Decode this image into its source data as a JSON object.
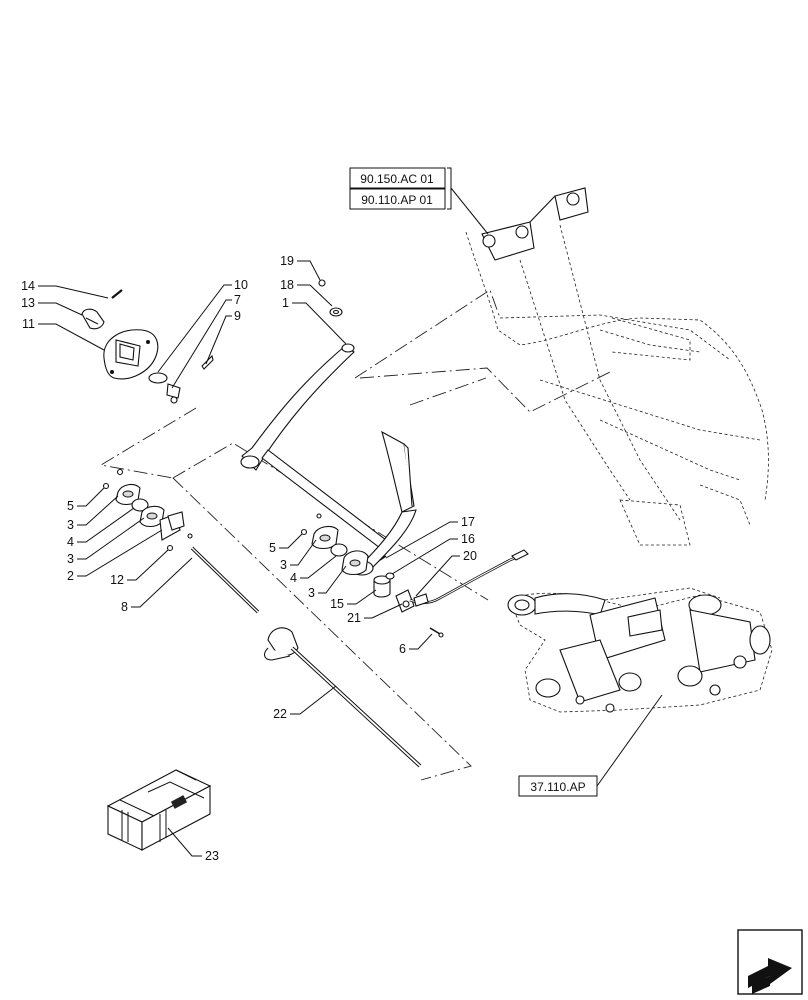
{
  "references": {
    "frame_top": "90.150.AC 01",
    "frame_bottom": "90.110.AP 01",
    "axle": "37.110.AP"
  },
  "callouts": {
    "c1": "1",
    "c2": "2",
    "c3a": "3",
    "c3b": "3",
    "c3c": "3",
    "c3d": "3",
    "c4a": "4",
    "c4b": "4",
    "c5a": "5",
    "c5b": "5",
    "c6": "6",
    "c7": "7",
    "c8": "8",
    "c9": "9",
    "c10": "10",
    "c11": "11",
    "c12": "12",
    "c13": "13",
    "c14": "14",
    "c15": "15",
    "c16": "16",
    "c17": "17",
    "c18": "18",
    "c19": "19",
    "c20": "20",
    "c21": "21",
    "c22": "22",
    "c23": "23"
  },
  "icons": {
    "navigation": "next-page-arrow-icon",
    "kit_box": "crate-icon"
  }
}
